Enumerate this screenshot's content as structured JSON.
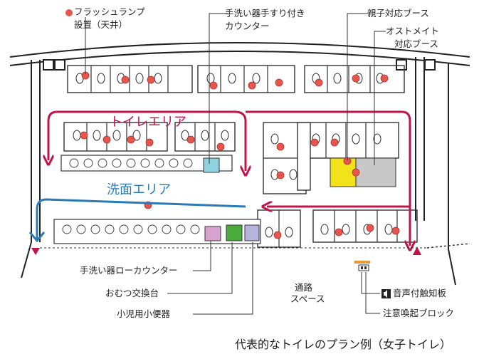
{
  "caption": "代表的なトイレのプラン例（女子トイレ）",
  "zones": {
    "toilet_area": "トイレエリア",
    "wash_area": "洗面エリア"
  },
  "labels": {
    "flash_lamp_line1": "フラッシュランプ",
    "flash_lamp_line2": "設置（天井）",
    "handrail_counter_line1": "手洗い器手すり付き",
    "handrail_counter_line2": "カウンター",
    "parent_child_booth": "親子対応ブース",
    "ostomate_line1": "オストメイト",
    "ostomate_line2": "対応ブース",
    "low_counter": "手洗い器ローカウンター",
    "diaper_table": "おむつ交換台",
    "child_urinal": "小児用小便器",
    "passage_line1": "通路",
    "passage_line2": "スペース",
    "tactile_board": "音声付触知板",
    "warning_block": "注意喚起ブロック"
  },
  "colors": {
    "toilet_route": "#c0144a",
    "wash_route": "#2a7ab8",
    "flash_lamp": "#e8554a",
    "parent_child_booth": "#f2e21a",
    "ostomate_booth": "#c8c8c8",
    "handrail_sink": "#8fd3e0",
    "diaper_table": "#d9a3cf",
    "child_urinal": "#4caa3c",
    "urinal_booth": "#b8b4e0",
    "warning_block": "#e89a3a"
  }
}
